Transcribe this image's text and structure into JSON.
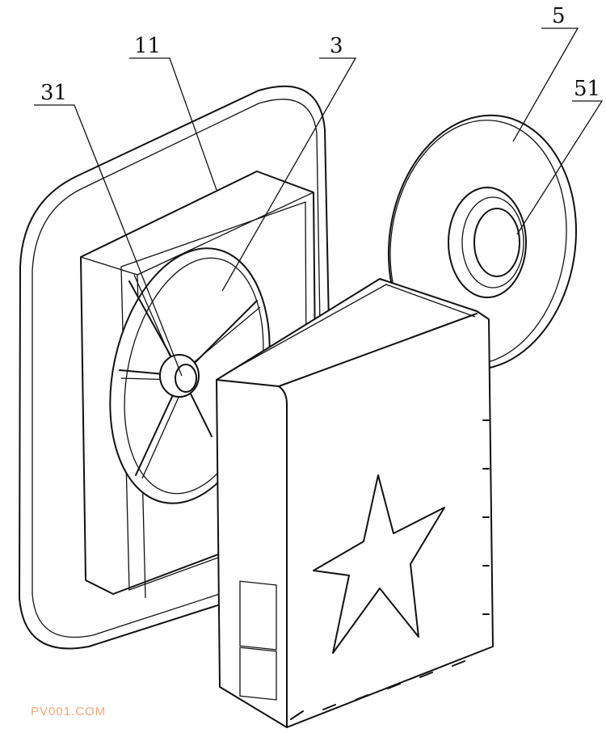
{
  "labels": {
    "l11": "11",
    "l3": "3",
    "l31": "31",
    "l5": "5",
    "l51": "51"
  },
  "watermark": "PV001.COM",
  "colors": {
    "line": "#111111",
    "watermark": "#f3a77b"
  }
}
